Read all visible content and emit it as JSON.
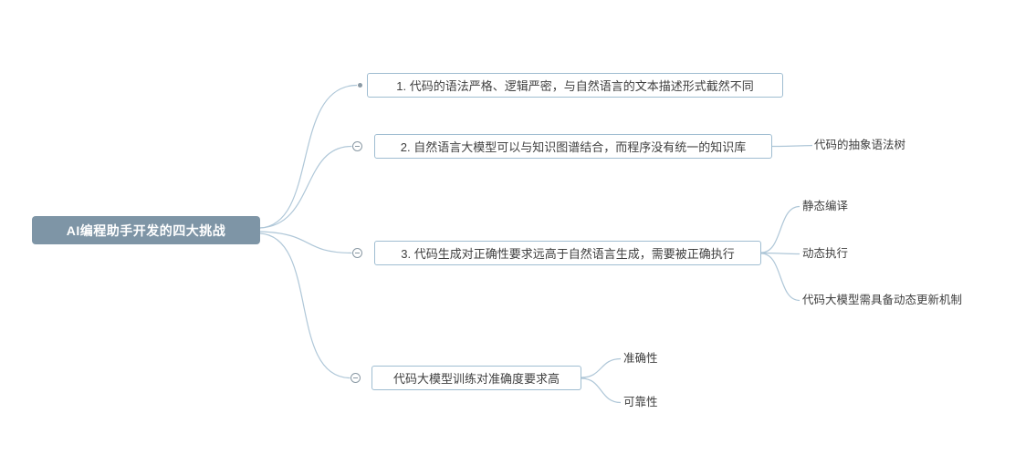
{
  "root": {
    "label": "AI编程助手开发的四大挑战"
  },
  "branches": [
    {
      "label": "1. 代码的语法严格、逻辑严密，与自然语言的文本描述形式截然不同",
      "children": []
    },
    {
      "label": "2. 自然语言大模型可以与知识图谱结合，而程序没有统一的知识库",
      "children": [
        {
          "label": "代码的抽象语法树"
        }
      ]
    },
    {
      "label": "3. 代码生成对正确性要求远高于自然语言生成，需要被正确执行",
      "children": [
        {
          "label": "静态编译"
        },
        {
          "label": "动态执行"
        },
        {
          "label": "代码大模型需具备动态更新机制"
        }
      ]
    },
    {
      "label": "代码大模型训练对准确度要求高",
      "children": [
        {
          "label": "准确性"
        },
        {
          "label": "可靠性"
        }
      ]
    }
  ],
  "icons": {
    "branch1_marker": "dot-bullet-icon",
    "branch_toggle": "collapse-minus-icon"
  },
  "colors": {
    "root_fill": "#7E95A6",
    "root_text": "#FFFFFF",
    "node_border": "#9FBDD1",
    "node_text": "#3F3F3F",
    "connector": "#AFC7D8",
    "marker": "#8A99A4",
    "canvas_bg": "#FFFFFF"
  }
}
